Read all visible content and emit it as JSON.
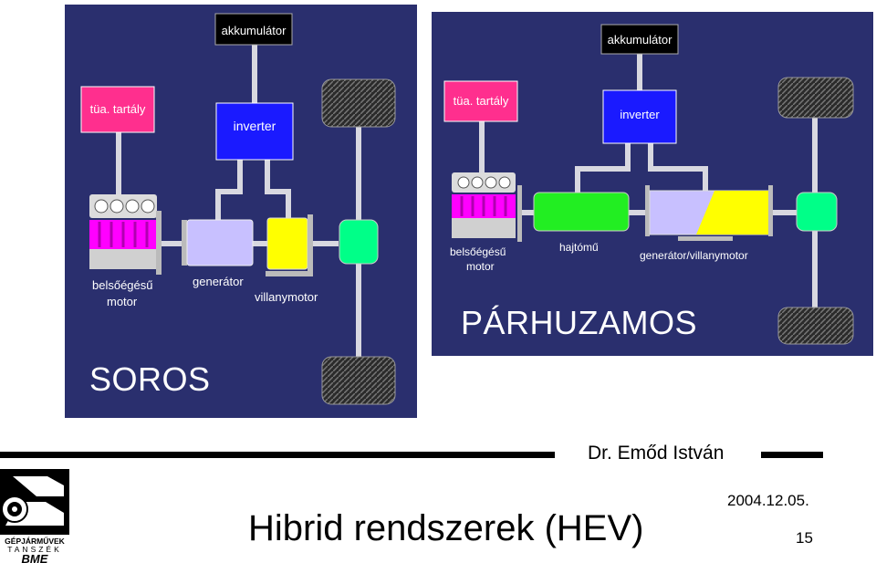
{
  "soros": {
    "caption": "SOROS",
    "labels": {
      "akkumulator": "akkumulátor",
      "tank": "tüa. tartály",
      "inverter": "inverter",
      "engine_line1": "belsőégésű",
      "engine_line2": "motor",
      "generator": "generátor",
      "motor": "villanymotor"
    }
  },
  "parhuzamos": {
    "caption": "PÁRHUZAMOS",
    "labels": {
      "akkumulator": "akkumulátor",
      "tank": "tüa. tartály",
      "inverter": "inverter",
      "engine_line1": "belsőégésű",
      "engine_line2": "motor",
      "gearbox": "hajtómű",
      "genmotor": "generátor/villanymotor"
    }
  },
  "footer": {
    "author": "Dr. Emőd István",
    "title": "Hibrid rendszerek (HEV)",
    "date": "2004.12.05.",
    "page": "15",
    "logo_line1": "GÉPJÁRMŰVEK",
    "logo_line2": "TANSZÉK",
    "logo_line3": "BME"
  },
  "colors": {
    "panel_bg": "#2a2f6e",
    "battery": "#000000",
    "tank": "#ff2f8e",
    "inverter": "#1a1aff",
    "engine": "#ff00ff",
    "generator": "#c8c0ff",
    "motor": "#ffff00",
    "differential": "#00ff88",
    "gearbox": "#22ee22",
    "shaft": "#d8d8e0"
  }
}
